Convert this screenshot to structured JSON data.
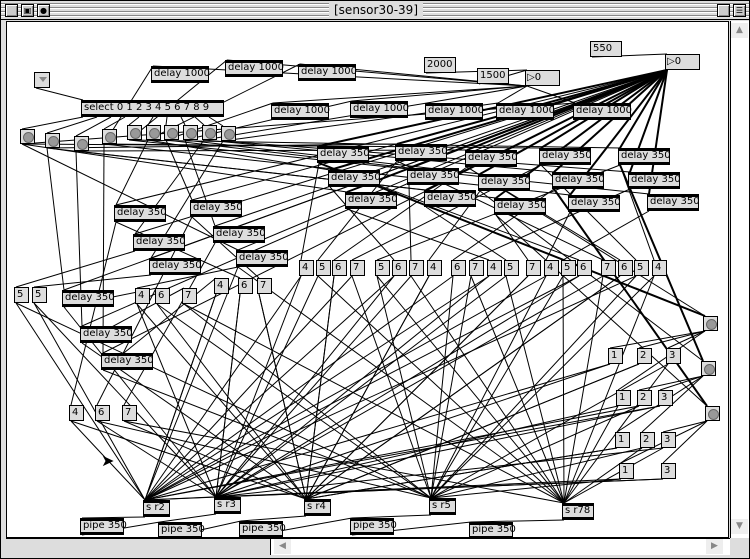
{
  "window": {
    "title": "[sensor30-39]"
  },
  "titlebar_icons": [
    "close-box-icon",
    "lock-icon",
    "info-icon",
    "zoom-box-icon",
    "collapse-box-icon"
  ],
  "select_label": "select 0 1 2 3 4 5 6 7 8 9",
  "delay1000": [
    "delay 1000",
    "delay 1000",
    "delay 1000",
    "delay 1000",
    "delay 1000",
    "delay 1000",
    "delay 1000",
    "delay 1000"
  ],
  "delay350": [
    "delay 350",
    "delay 350",
    "delay 350",
    "delay 350",
    "delay 350",
    "delay 350",
    "delay 350",
    "delay 350",
    "delay 350",
    "delay 350",
    "delay 350",
    "delay 350",
    "delay 350",
    "delay 350",
    "delay 350",
    "delay 350",
    "delay 350",
    "delay 350",
    "delay 350",
    "delay 350",
    "delay 350",
    "delay 350",
    "delay 350",
    "delay 350"
  ],
  "number_messages": [
    "2000",
    "1500",
    "550"
  ],
  "number_boxes": [
    "0",
    "0"
  ],
  "digit_row": [
    "4",
    "5",
    "6",
    "7",
    "5",
    "6",
    "7",
    "4",
    "6",
    "7",
    "4",
    "5",
    "7",
    "4",
    "5",
    "6",
    "7",
    "6",
    "5",
    "4"
  ],
  "digit_left": [
    "4",
    "6",
    "7",
    "5",
    "5",
    "4",
    "6",
    "7",
    "4",
    "6",
    "7"
  ],
  "digit_right": [
    "1",
    "2",
    "3",
    "1",
    "2",
    "3",
    "1",
    "2",
    "3",
    "1",
    "3"
  ],
  "send_boxes": [
    "s r2",
    "s r3",
    "s r4",
    "s r5",
    "s r78"
  ],
  "pipe_boxes": [
    "pipe 350",
    "pipe 350",
    "pipe 350",
    "pipe 350",
    "pipe 350"
  ]
}
